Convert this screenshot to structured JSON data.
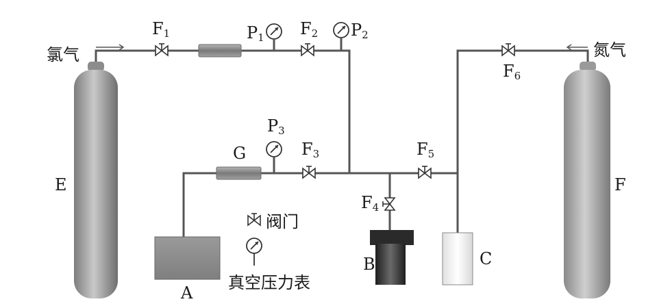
{
  "labels": {
    "cyl_e_gas": "氯气",
    "cyl_f_gas": "氮气",
    "F": "F",
    "P": "P",
    "sub1": "1",
    "sub2": "2",
    "sub3": "3",
    "sub4": "4",
    "sub5": "5",
    "sub6": "6",
    "G": "G",
    "A": "A",
    "B": "B",
    "C": "C",
    "E": "E",
    "Ftank": "F"
  },
  "legend": {
    "valve": "阀门",
    "gauge": "真空压力表"
  },
  "colors": {
    "pipe": "#555555",
    "cylinder": "#9a9a9a",
    "component": "#8a8a8a",
    "dark_vessel": "#2e2e2e",
    "light_box": "#f3f3f3"
  }
}
